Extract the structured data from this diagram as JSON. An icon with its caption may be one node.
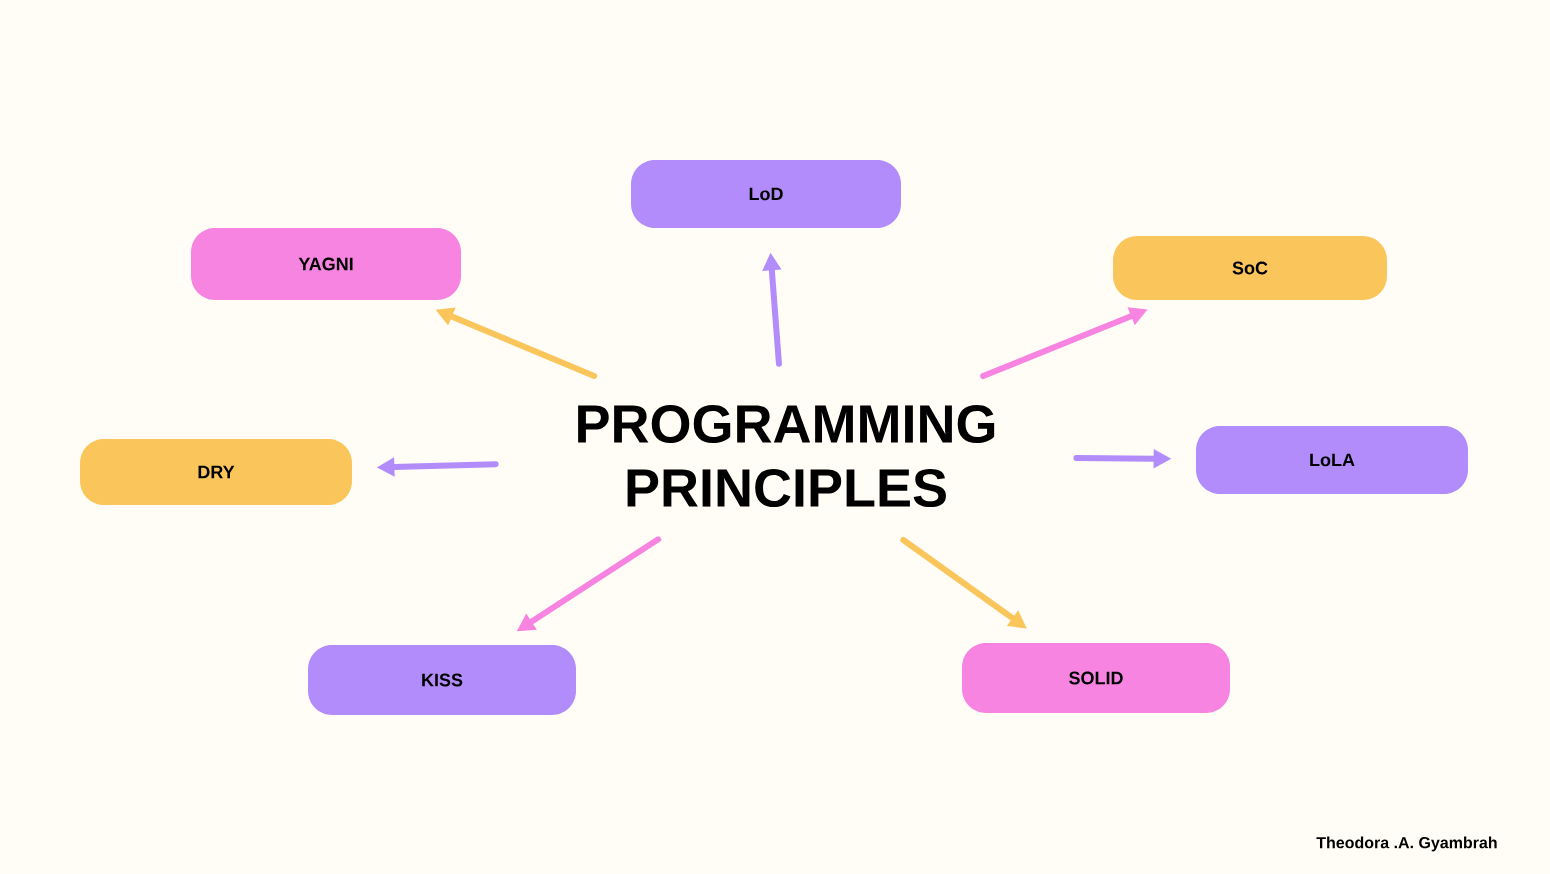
{
  "diagram": {
    "nodes": [
      {
        "text": [
          "PROGRAMMING PRINCIPLES"
        ]
      },
      {
        "text": [
          "YAGNI"
        ]
      },
      {
        "text": [
          "LoD"
        ]
      },
      {
        "text": [
          "SoC"
        ]
      },
      {
        "text": [
          "DRY"
        ]
      },
      {
        "text": [
          "LoLA"
        ]
      },
      {
        "text": [
          "KISS"
        ]
      },
      {
        "text": [
          "SOLID"
        ]
      }
    ],
    "edges": [
      {
        "from": 0,
        "to": 1,
        "arrow": "to",
        "color": "#fac55a"
      },
      {
        "from": 0,
        "to": 2,
        "arrow": "to"
      },
      {
        "from": 0,
        "to": 3,
        "arrow": "to",
        "color": "#f784e0"
      },
      {
        "from": 0,
        "to": 4,
        "arrow": "to"
      },
      {
        "from": 0,
        "to": 5,
        "arrow": "to"
      },
      {
        "from": 0,
        "to": 6,
        "arrow": "to",
        "color": "#f784e0"
      },
      {
        "from": 0,
        "to": 7,
        "arrow": "to",
        "color": "#fac55a"
      }
    ],
    "labels": [
      "Theodora .A. Gyambrah"
    ]
  }
}
